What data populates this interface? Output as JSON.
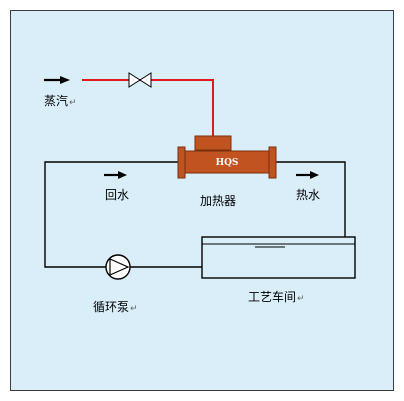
{
  "labels": {
    "steam": "蒸汽",
    "return_water": "回水",
    "heater": "加热器",
    "hot_water": "热水",
    "pump": "循环泵",
    "workshop": "工艺车间",
    "heater_model": "HQS"
  },
  "colors": {
    "background": "#d9eef9",
    "frame": "#3b3b3b",
    "pipe_water": "#000000",
    "pipe_steam": "#e0191b",
    "heater_body": "#c0531f",
    "heater_outline": "#7a2f0c"
  },
  "icons": {
    "valve": "gate-valve-icon",
    "pump": "pump-icon",
    "flow": "flow-arrow-icon",
    "mark": "paragraph-mark-icon"
  }
}
